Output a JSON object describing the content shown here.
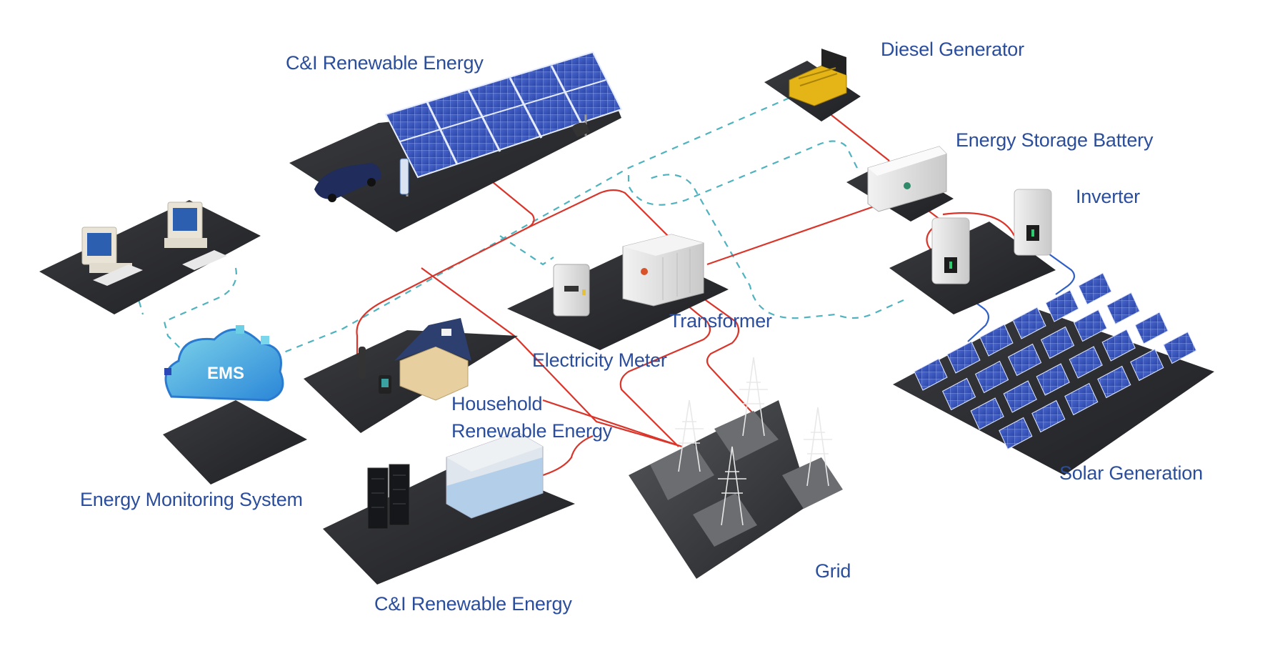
{
  "diagram": {
    "colors": {
      "label": "#2a4d9c",
      "platform": "#2b2c2f",
      "power_line": "#d9352a",
      "data_line": "#4fb3bf",
      "dc_line": "#2f5fc8",
      "solar_panel": "#3552b8"
    },
    "nodes": [
      {
        "id": "ci_top",
        "label": "C&I Renewable Energy"
      },
      {
        "id": "diesel",
        "label": "Diesel Generator"
      },
      {
        "id": "battery",
        "label": "Energy Storage Battery"
      },
      {
        "id": "inverter",
        "label": "Inverter"
      },
      {
        "id": "transformer",
        "label": "Transformer"
      },
      {
        "id": "meter",
        "label": "Electricity Meter"
      },
      {
        "id": "household",
        "label_lines": [
          "Household",
          "Renewable Energy"
        ]
      },
      {
        "id": "ems",
        "label": "Energy Monitoring System",
        "badge": "EMS"
      },
      {
        "id": "ci_bottom",
        "label": "C&I Renewable Energy"
      },
      {
        "id": "grid",
        "label": "Grid"
      },
      {
        "id": "solar",
        "label": "Solar Generation"
      }
    ]
  }
}
